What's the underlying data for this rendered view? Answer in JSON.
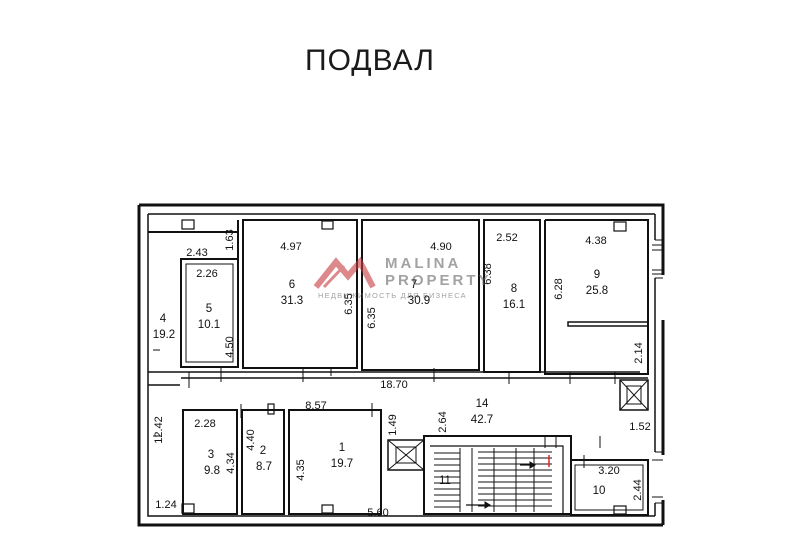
{
  "title": "ПОДВАЛ",
  "watermark": {
    "brand_line1": "MALINA",
    "brand_line2": "PROPERTY",
    "tagline": "НЕДВИЖИМОСТЬ ДЛЯ БИЗНЕСА",
    "color": "#c73a3f"
  },
  "rooms": [
    {
      "no": "1",
      "area": "19.7"
    },
    {
      "no": "2",
      "area": "8.7"
    },
    {
      "no": "3",
      "area": "9.8"
    },
    {
      "no": "4",
      "area": "19.2"
    },
    {
      "no": "5",
      "area": "10.1"
    },
    {
      "no": "6",
      "area": "31.3"
    },
    {
      "no": "7",
      "area": "30.9"
    },
    {
      "no": "8",
      "area": "16.1"
    },
    {
      "no": "9",
      "area": "25.8"
    },
    {
      "no": "10",
      "area": ""
    },
    {
      "no": "11",
      "area": ""
    },
    {
      "no": "14",
      "area": "42.7"
    }
  ],
  "dimensions": {
    "d_2_43": "2.43",
    "d_1_63": "1.63",
    "d_4_97": "4.97",
    "d_4_90": "4.90",
    "d_2_52": "2.52",
    "d_4_38": "4.38",
    "d_2_26": "2.26",
    "d_6_35a": "6.35",
    "d_6_35b": "6.35",
    "d_6_38": "6.38",
    "d_6_28": "6.28",
    "d_4_50": "4.50",
    "d_2_14": "2.14",
    "d_18_70": "18.70",
    "d_8_57": "8.57",
    "d_2_28": "2.28",
    "d_4_40": "4.40",
    "d_1_49": "1.49",
    "d_2_64": "2.64",
    "d_12_42": "12.42",
    "d_4_34": "4.34",
    "d_4_35": "4.35",
    "d_1_52": "1.52",
    "d_3_20": "3.20",
    "d_2_44": "2.44",
    "d_1_24": "1.24",
    "d_5_60": "5.60"
  }
}
